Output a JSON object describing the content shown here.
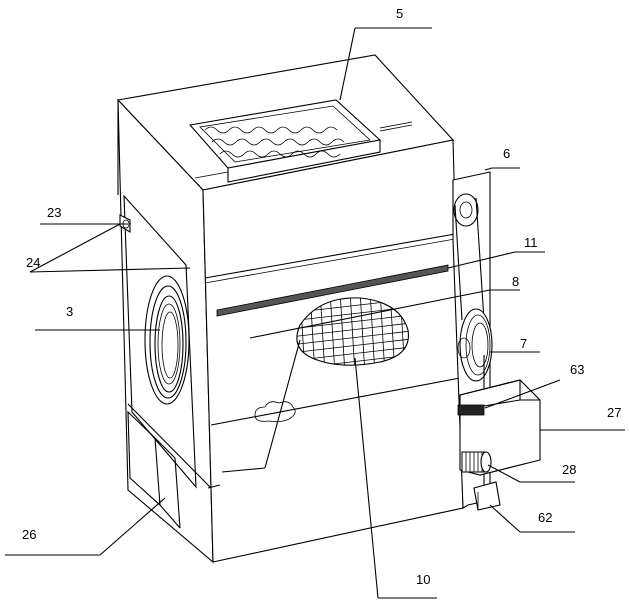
{
  "figure": {
    "labels": {
      "l5": "5",
      "l6": "6",
      "l23": "23",
      "l24": "24",
      "l11": "11",
      "l8": "8",
      "l3": "3",
      "l7": "7",
      "l63": "63",
      "l27": "27",
      "l28": "28",
      "l26": "26",
      "l62": "62",
      "l10": "10"
    },
    "colors": {
      "stroke": "#000000",
      "background": "#ffffff",
      "slot": "#555555"
    }
  }
}
